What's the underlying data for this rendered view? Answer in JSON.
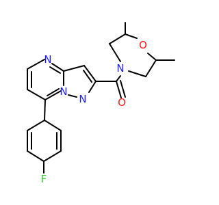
{
  "molecule": {
    "atoms": {
      "n_pyrimidine": "N",
      "n_bridgehead": "N",
      "n_pyrazole": "N",
      "o_carbonyl": "O",
      "n_morpholine": "N",
      "o_morpholine": "O",
      "f_phenyl": "F"
    }
  },
  "colors": {
    "bond": "#000000",
    "nitrogen": "#1a1aff",
    "oxygen": "#ff1a1a",
    "fluorine": "#33cc33"
  }
}
